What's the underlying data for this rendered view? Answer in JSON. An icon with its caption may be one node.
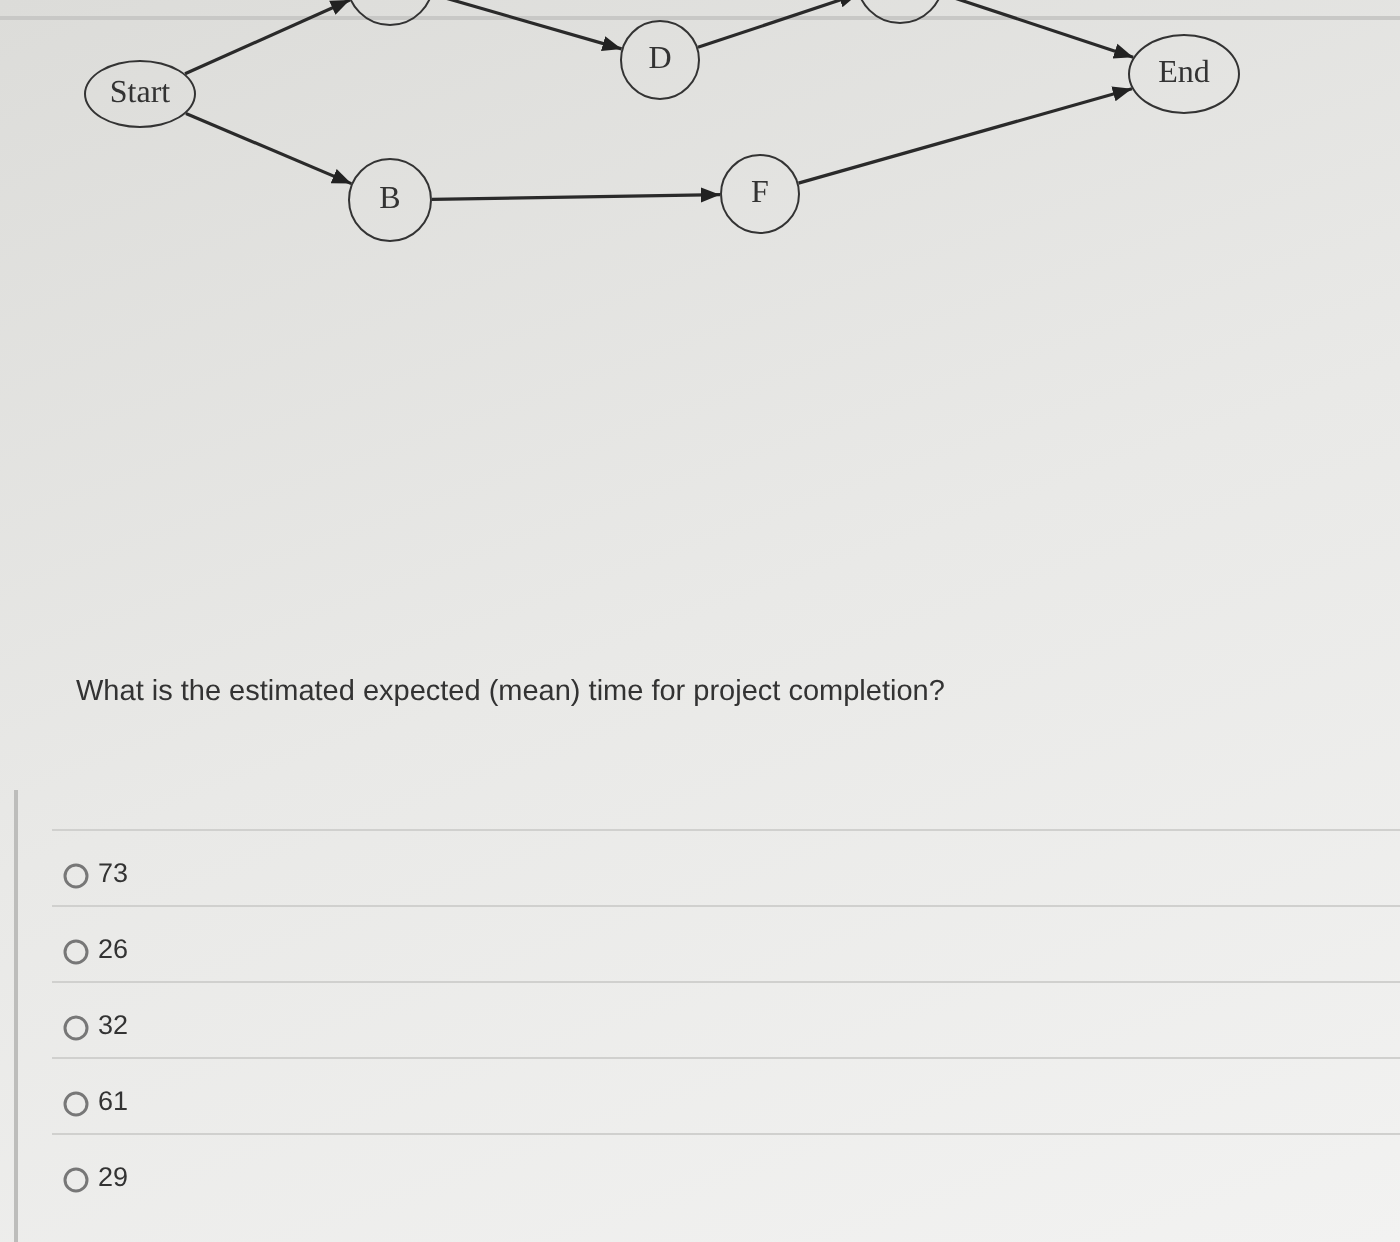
{
  "diagram": {
    "nodes": [
      {
        "text": [
          "Start"
        ]
      },
      {
        "text": [],
        "shape": "circle"
      },
      {
        "text": [
          "D"
        ]
      },
      {
        "text": [],
        "shape": "circle"
      },
      {
        "text": [
          "End"
        ]
      },
      {
        "text": [
          "B"
        ]
      },
      {
        "text": [
          "F"
        ]
      }
    ],
    "edges": [
      {
        "from": 0,
        "to": 1,
        "arrow": "to"
      },
      {
        "from": 1,
        "to": 2,
        "arrow": "to"
      },
      {
        "from": 2,
        "to": 3,
        "arrow": "to"
      },
      {
        "from": 3,
        "to": 4,
        "arrow": "to"
      },
      {
        "from": 0,
        "to": 5,
        "arrow": "to"
      },
      {
        "from": 5,
        "to": 6,
        "arrow": "to"
      },
      {
        "from": 6,
        "to": 4,
        "arrow": "to"
      }
    ],
    "labels": [
      "What is the estimated expected (mean) time for project completion?",
      "73",
      "26",
      "32",
      "61",
      "29"
    ]
  }
}
